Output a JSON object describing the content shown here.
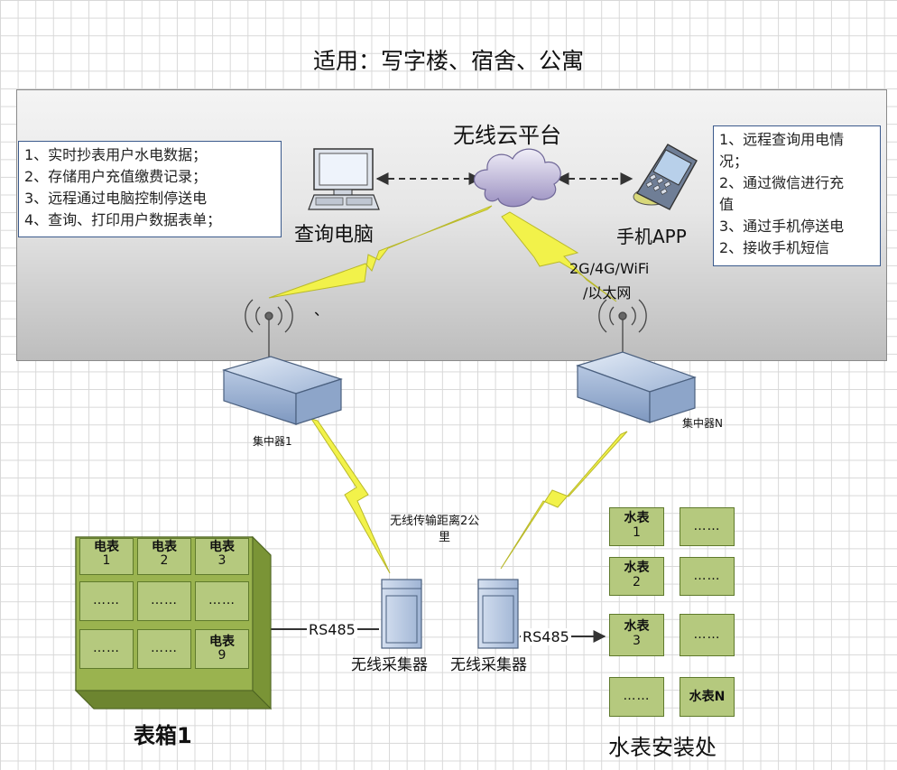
{
  "title": "适用：写字楼、宿舍、公寓",
  "cloud": {
    "label": "无线云平台"
  },
  "left_box": {
    "lines": [
      "1、实时抄表用户水电数据；",
      "2、存储用户充值缴费记录；",
      "3、远程通过电脑控制停送电",
      "4、查询、打印用户数据表单；"
    ]
  },
  "right_box": {
    "lines": [
      "1、远程查询用电情",
      "况；",
      "2、通过微信进行充",
      "值",
      "3、通过手机停送电",
      "2、接收手机短信"
    ]
  },
  "computer": {
    "label": "查询电脑"
  },
  "phone": {
    "label": "手机APP"
  },
  "network": {
    "line1": "2G/4G/WiFi",
    "line2": "/以太网"
  },
  "stray_mark": "、",
  "concentrator_1": {
    "label": "集中器1"
  },
  "concentrator_n": {
    "label": "集中器N"
  },
  "wireless_distance": {
    "line1": "无线传输距离2公",
    "line2": "里"
  },
  "collectors": {
    "left_label": "无线采集器",
    "right_label": "无线采集器"
  },
  "rs485_left": "RS485",
  "rs485_right": "RS485",
  "meter_box": {
    "label": "表箱1",
    "cells": [
      {
        "top": "电表",
        "bottom": "1"
      },
      {
        "top": "电表",
        "bottom": "2"
      },
      {
        "top": "电表",
        "bottom": "3"
      },
      {
        "top": "……",
        "bottom": ""
      },
      {
        "top": "……",
        "bottom": ""
      },
      {
        "top": "……",
        "bottom": ""
      },
      {
        "top": "……",
        "bottom": ""
      },
      {
        "top": "……",
        "bottom": ""
      },
      {
        "top": "电表",
        "bottom": "9"
      }
    ]
  },
  "water_area": {
    "label": "水表安装处",
    "cells": [
      {
        "top": "水表",
        "bottom": "1"
      },
      {
        "top": "……",
        "bottom": ""
      },
      {
        "top": "水表",
        "bottom": "2"
      },
      {
        "top": "……",
        "bottom": ""
      },
      {
        "top": "水表",
        "bottom": "3"
      },
      {
        "top": "……",
        "bottom": ""
      },
      {
        "top": "……",
        "bottom": ""
      },
      {
        "top": "水表N",
        "bottom": ""
      }
    ]
  },
  "colors": {
    "panel_border": "#8a8a8a",
    "box_border": "#3b5a8c",
    "meter_green": "#b5c97e",
    "lightning": "#f2f24a",
    "device_blue": "#a9bedb"
  }
}
